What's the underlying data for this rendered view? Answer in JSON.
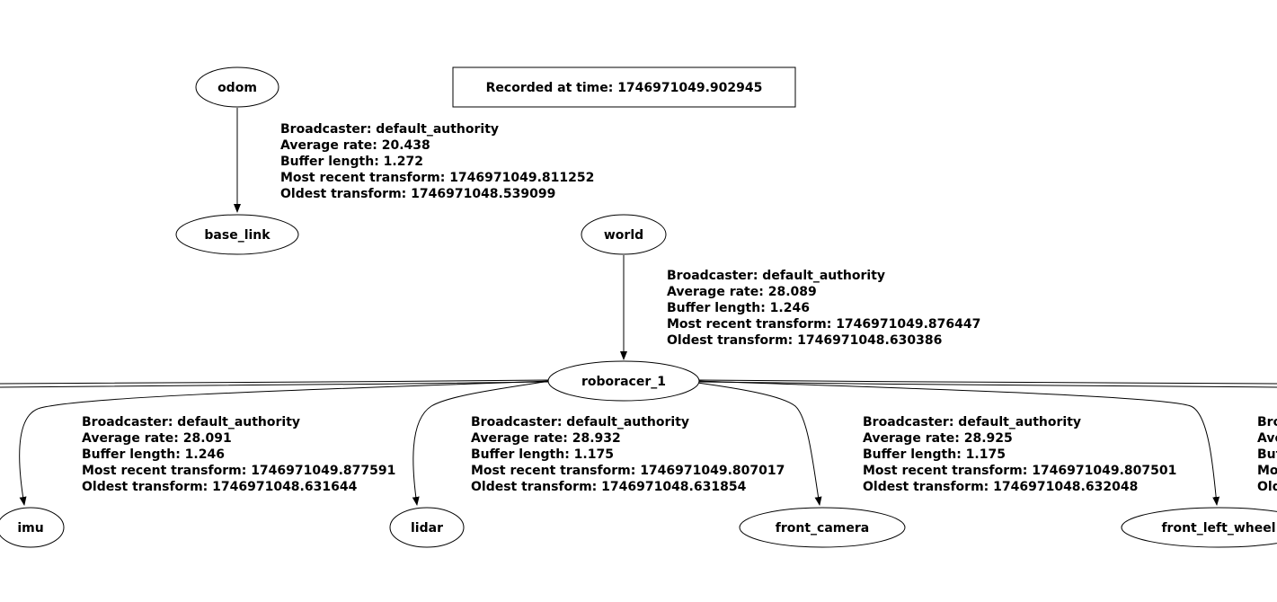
{
  "recorded": {
    "label": "Recorded at time: 1746971049.902945"
  },
  "nodes": {
    "odom": "odom",
    "base_link": "base_link",
    "world": "world",
    "roboracer_1": "roboracer_1",
    "imu": "imu",
    "lidar": "lidar",
    "front_camera": "front_camera",
    "front_left_wheel": "front_left_wheel"
  },
  "edges": {
    "odom_base_link": {
      "broadcaster": "Broadcaster: default_authority",
      "rate": "Average rate: 20.438",
      "buffer": "Buffer length: 1.272",
      "recent": "Most recent transform: 1746971049.811252",
      "oldest": "Oldest transform: 1746971048.539099"
    },
    "world_roboracer_1": {
      "broadcaster": "Broadcaster: default_authority",
      "rate": "Average rate: 28.089",
      "buffer": "Buffer length: 1.246",
      "recent": "Most recent transform: 1746971049.876447",
      "oldest": "Oldest transform: 1746971048.630386"
    },
    "roboracer_1_imu": {
      "broadcaster": "Broadcaster: default_authority",
      "rate": "Average rate: 28.091",
      "buffer": "Buffer length: 1.246",
      "recent": "Most recent transform: 1746971049.877591",
      "oldest": "Oldest transform: 1746971048.631644"
    },
    "roboracer_1_lidar": {
      "broadcaster": "Broadcaster: default_authority",
      "rate": "Average rate: 28.932",
      "buffer": "Buffer length: 1.175",
      "recent": "Most recent transform: 1746971049.807017",
      "oldest": "Oldest transform: 1746971048.631854"
    },
    "roboracer_1_front_camera": {
      "broadcaster": "Broadcaster: default_authority",
      "rate": "Average rate: 28.925",
      "buffer": "Buffer length: 1.175",
      "recent": "Most recent transform: 1746971049.807501",
      "oldest": "Oldest transform: 1746971048.632048"
    },
    "roboracer_1_front_left_wheel": {
      "broadcaster": "Bro",
      "rate": "Ave",
      "buffer": "Buf",
      "recent": "Mos",
      "oldest": "Old"
    }
  }
}
